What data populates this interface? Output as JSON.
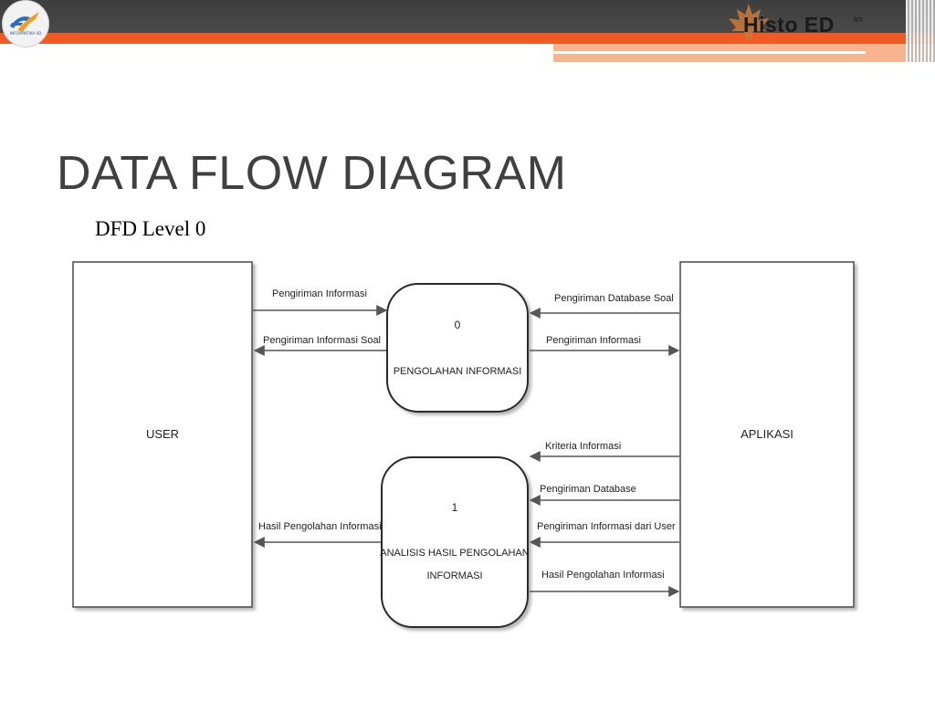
{
  "header": {
    "brand": "Histo ED",
    "brand_mark": "tm",
    "logo_text": "INFORMATIKA UB"
  },
  "slide": {
    "title": "DATA FLOW DIAGRAM",
    "subtitle": "DFD Level 0"
  },
  "diagram": {
    "entities": {
      "user": "USER",
      "aplikasi": "APLIKASI"
    },
    "processes": {
      "p0": {
        "number": "0",
        "name": "PENGOLAHAN INFORMASI"
      },
      "p1": {
        "number": "1",
        "name_line1": "ANALISIS HASIL PENGOLAHAN",
        "name_line2": "INFORMASI"
      }
    },
    "flows": {
      "user_to_p0": "Pengiriman Informasi",
      "p0_to_user": "Pengiriman Informasi Soal",
      "app_to_p0": "Pengiriman Database Soal",
      "p0_to_app": "Pengiriman Informasi",
      "app_to_p1_kriteria": "Kriteria Informasi",
      "app_to_p1_database": "Pengiriman Database",
      "app_to_p1_user": "Pengiriman Informasi dari User",
      "p1_to_app": "Hasil Pengolahan Informasi",
      "p1_to_user": "Hasil Pengolahan Informasi"
    }
  }
}
